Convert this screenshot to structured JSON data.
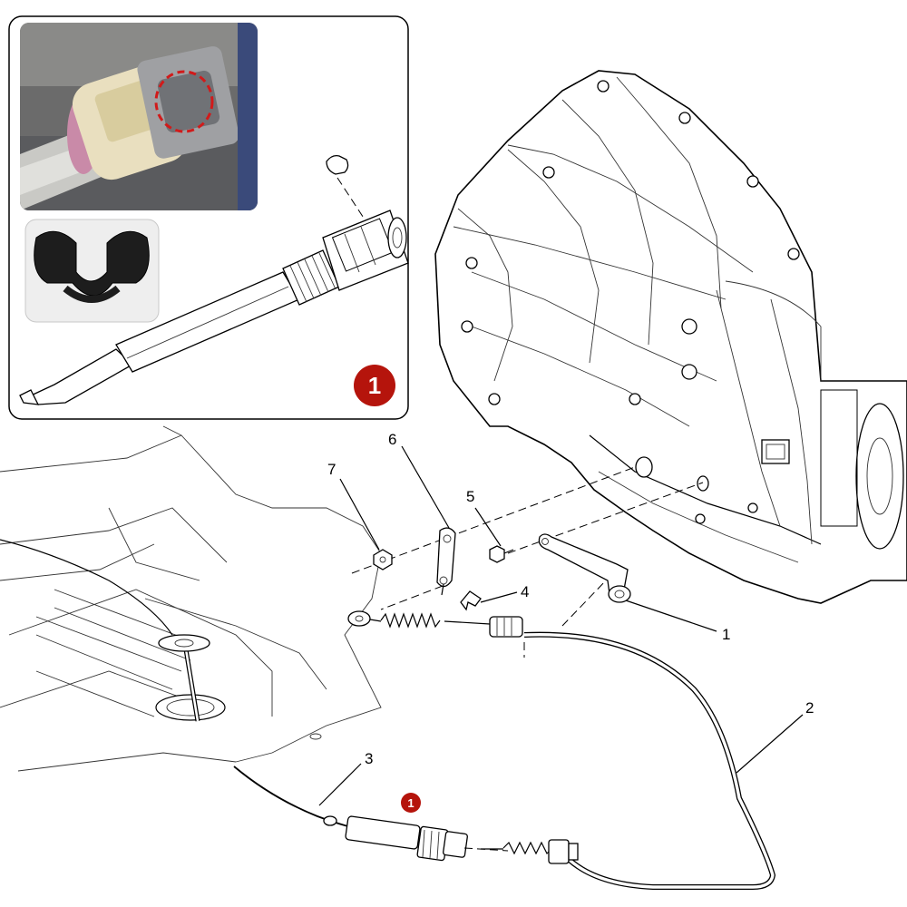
{
  "callouts": {
    "c1": "1",
    "c2": "2",
    "c3": "3",
    "c4": "4",
    "c5": "5",
    "c6": "6",
    "c7": "7"
  },
  "badges": {
    "inset_badge": "1",
    "cable_badge": "1"
  },
  "colors": {
    "badge_red": "#b5140c",
    "highlight_dash": "#d11a1a",
    "inset_border": "#000000"
  }
}
